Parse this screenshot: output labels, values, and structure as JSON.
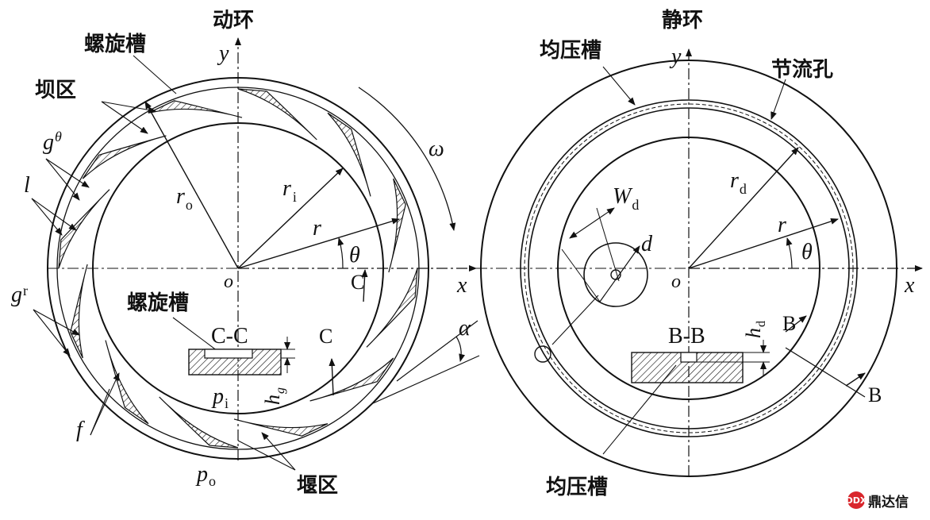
{
  "colors": {
    "ink": "#111111",
    "brand": "#d9262c"
  },
  "left": {
    "title": "动环",
    "spiral_groove_top": "螺旋槽",
    "spiral_groove_mid": "螺旋槽",
    "dam_zone": "坝区",
    "weir_zone": "堰区",
    "section": "C-C",
    "section_mark": "C",
    "axis_x": "x",
    "axis_y": "y",
    "origin": "o",
    "omega": "ω",
    "theta": "θ",
    "alpha": "α",
    "r": "r",
    "r_o": "r",
    "r_o_sub": "o",
    "r_i": "r",
    "r_i_sub": "i",
    "g_theta": "g",
    "g_theta_sub": "θ",
    "g_r": "g",
    "g_r_sub": "r",
    "l": "l",
    "f": "f",
    "p_i": "p",
    "p_i_sub": "i",
    "p_o": "p",
    "p_o_sub": "o",
    "h_g": "h",
    "h_g_sub": "g"
  },
  "right": {
    "title": "静环",
    "equalizing_groove_top": "均压槽",
    "equalizing_groove_bottom": "均压槽",
    "throttle_hole": "节流孔",
    "section": "B-B",
    "section_mark": "B",
    "axis_x": "x",
    "axis_y": "y",
    "origin": "o",
    "theta": "θ",
    "r": "r",
    "r_d": "r",
    "r_d_sub": "d",
    "W_d": "W",
    "W_d_sub": "d",
    "d": "d",
    "h_d": "h",
    "h_d_sub": "d"
  },
  "brand": {
    "mark": "DDX",
    "name": "鼎达信"
  }
}
